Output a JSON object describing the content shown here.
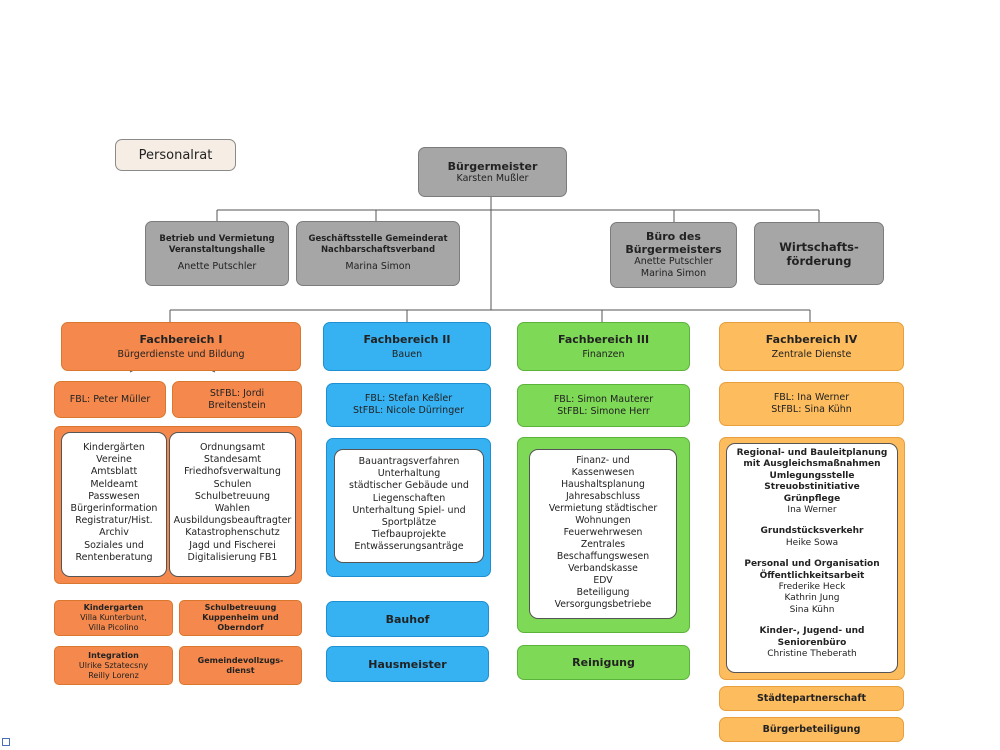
{
  "personalrat": "Personalrat",
  "buergermeister": {
    "title": "Bürgermeister",
    "name": "Karsten Mußler"
  },
  "staff": [
    {
      "title": [
        "Betrieb und Vermietung",
        "Veranstaltungshalle"
      ],
      "names": [
        "Anette Putschler"
      ]
    },
    {
      "title": [
        "Geschäftsstelle Gemeinderat",
        "Nachbarschaftsverband"
      ],
      "names": [
        "Marina Simon"
      ]
    },
    {
      "title": [
        "Büro des",
        "Bürgermeisters"
      ],
      "names": [
        "Anette Putschler",
        "Marina Simon"
      ]
    },
    {
      "title": [
        "Wirtschafts-",
        "förderung"
      ],
      "names": []
    }
  ],
  "fb1": {
    "title": "Fachbereich I",
    "subtitle": "Bürgerdienste und Bildung",
    "fbl": "FBL: Peter Müller",
    "stfbl": [
      "StFBL: Jordi",
      "Breitenstein"
    ],
    "list_left": [
      "Kindergärten",
      "Vereine",
      "Amtsblatt",
      "Meldeamt",
      "Passwesen",
      "Bürgerinformation",
      "Registratur/Hist.",
      "Archiv",
      "Soziales und",
      "Rentenberatung"
    ],
    "list_right": [
      "Ordnungsamt",
      "Standesamt",
      "Friedhofsverwaltung",
      "Schulen",
      "Schulbetreuung",
      "Wahlen",
      "Ausbildungsbeauftragter",
      "Katastrophenschutz",
      "Jagd und Fischerei",
      "Digitalisierung FB1"
    ],
    "units": [
      {
        "title": [
          "Kindergarten"
        ],
        "sub": [
          "Villa Kunterbunt,",
          "Villa Picolino"
        ]
      },
      {
        "title": [
          "Schulbetreuung",
          "Kuppenheim und",
          "Oberndorf"
        ],
        "sub": []
      },
      {
        "title": [
          "Integration"
        ],
        "sub": [
          "Ulrike Sztatecsny",
          "Reilly Lorenz"
        ]
      },
      {
        "title": [
          "Gemeindevollzugs-",
          "dienst"
        ],
        "sub": []
      }
    ]
  },
  "fb2": {
    "title": "Fachbereich II",
    "subtitle": "Bauen",
    "fbl": "FBL: Stefan Keßler",
    "stfbl": "StFBL: Nicole Dürringer",
    "list": [
      "Bauantragsverfahren",
      "Unterhaltung",
      "städtischer Gebäude und",
      "Liegenschaften",
      "Unterhaltung Spiel- und",
      "Sportplätze",
      "Tiefbauprojekte",
      "Entwässerungsanträge"
    ],
    "units": [
      "Bauhof",
      "Hausmeister"
    ]
  },
  "fb3": {
    "title": "Fachbereich III",
    "subtitle": "Finanzen",
    "fbl": "FBL: Simon Mauterer",
    "stfbl": "StFBL: Simone Herr",
    "list": [
      "Finanz- und",
      "Kassenwesen",
      "Haushaltsplanung",
      "Jahresabschluss",
      "Vermietung städtischer",
      "Wohnungen",
      "Feuerwehrwesen",
      "Zentrales",
      "Beschaffungswesen",
      "Verbandskasse",
      "EDV",
      "Beteiligung",
      "Versorgungsbetriebe"
    ],
    "units": [
      "Reinigung"
    ]
  },
  "fb4": {
    "title": "Fachbereich IV",
    "subtitle": "Zentrale Dienste",
    "fbl": "FBL: Ina Werner",
    "stfbl": "StFBL: Sina Kühn",
    "sections": [
      {
        "heads": [
          "Regional- und Bauleitplanung",
          "mit Ausgleichsmaßnahmen",
          "Umlegungsstelle",
          "Streuobstinitiative",
          "Grünpflege"
        ],
        "names": [
          "Ina Werner"
        ]
      },
      {
        "heads": [
          "Grundstücksverkehr"
        ],
        "names": [
          "Heike Sowa"
        ]
      },
      {
        "heads": [
          "Personal und Organisation",
          "Öffentlichkeitsarbeit"
        ],
        "names": [
          "Frederike Heck",
          "Kathrin Jung",
          "Sina Kühn"
        ]
      },
      {
        "heads": [
          "Kinder-, Jugend- und",
          "Seniorenbüro"
        ],
        "names": [
          "Christine Theberath"
        ]
      }
    ],
    "units": [
      "Städtepartnerschaft",
      "Bürgerbeteiligung"
    ]
  },
  "colors": {
    "gray": "#a6a6a6",
    "orange": "#f5894d",
    "blue": "#36b2f2",
    "green": "#7ed957",
    "yellow": "#fdbc5e"
  }
}
